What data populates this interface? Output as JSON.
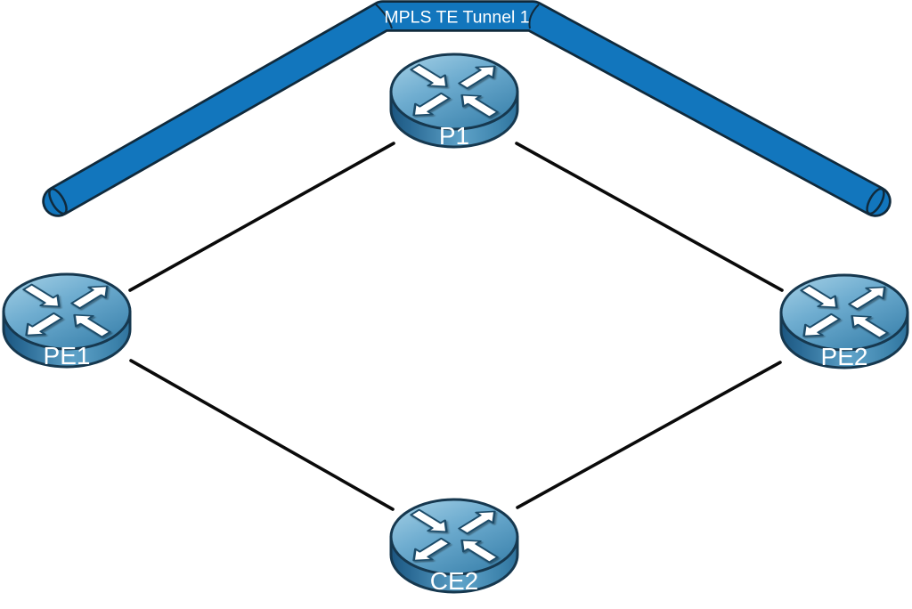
{
  "diagram": {
    "type": "network-topology",
    "tunnel": {
      "label": "MPLS TE Tunnel 1",
      "path_via": [
        "PE1",
        "P1",
        "PE2"
      ]
    },
    "nodes": [
      {
        "id": "p1",
        "label": "P1",
        "type": "router",
        "position": "top-center"
      },
      {
        "id": "pe1",
        "label": "PE1",
        "type": "router",
        "position": "middle-left"
      },
      {
        "id": "pe2",
        "label": "PE2",
        "type": "router",
        "position": "middle-right"
      },
      {
        "id": "ce2",
        "label": "CE2",
        "type": "router",
        "position": "bottom-center"
      }
    ],
    "links": [
      {
        "from": "PE1",
        "to": "P1"
      },
      {
        "from": "P1",
        "to": "PE2"
      },
      {
        "from": "PE1",
        "to": "CE2"
      },
      {
        "from": "CE2",
        "to": "PE2"
      }
    ],
    "colors": {
      "background": "#FFFFFF",
      "tunnel_fill": "#1276BD",
      "tunnel_outline": "#102A3C",
      "link_stroke": "#0A0A0A",
      "router_outline": "#16384F",
      "arrow_fill": "#FFFFFF",
      "arrow_outline": "#1D4C69",
      "label_text": "#FFFFFF"
    }
  }
}
